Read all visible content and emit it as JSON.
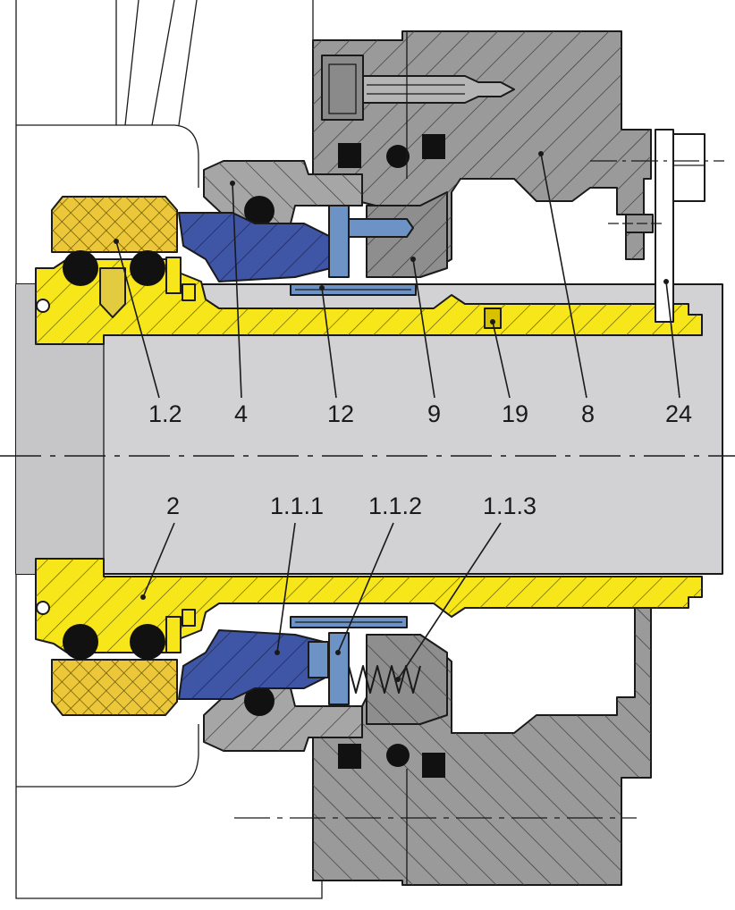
{
  "drawing": {
    "labels_top": [
      "1.2",
      "4",
      "12",
      "9",
      "19",
      "8",
      "24"
    ],
    "labels_bottom": [
      "2",
      "1.1.1",
      "1.1.2",
      "1.1.3"
    ]
  },
  "colors": {
    "shaft": "#d2d2d4",
    "housing_gray": "#9a9a9a",
    "gland_gray": "#a6a6a6",
    "sleeve_yellow": "#f6e61a",
    "seat_yellow": "#ecc73a",
    "face_blue": "#3f55a6",
    "retainer_blue": "#6d93c6",
    "oring_black": "#111111",
    "outline": "#1a1a1a"
  }
}
